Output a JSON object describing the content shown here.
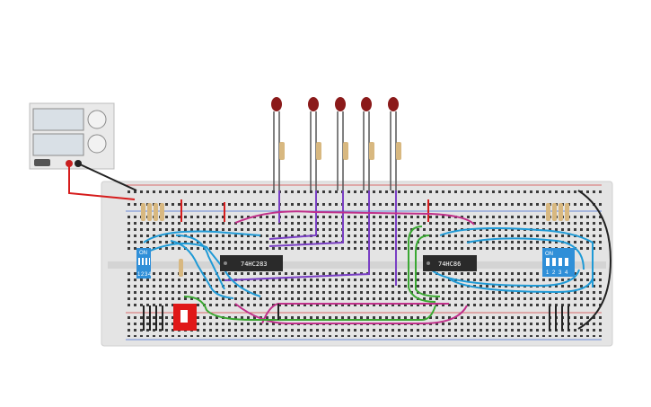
{
  "chips": [
    {
      "id": "u1",
      "label": "74HC283"
    },
    {
      "id": "u2",
      "label": "74HC86"
    }
  ],
  "dip_switches": [
    {
      "id": "left",
      "on_label": "ON",
      "numbers": [
        "1",
        "2",
        "3",
        "4"
      ]
    },
    {
      "id": "right",
      "on_label": "ON",
      "numbers": [
        "1",
        "2",
        "3",
        "4"
      ]
    }
  ],
  "leds": {
    "count": 5,
    "color": "#8b1a1a"
  },
  "colors": {
    "wire_blue": "#1f9ad6",
    "wire_purple": "#7a3fc4",
    "wire_magenta": "#c0308a",
    "wire_green": "#3aa832",
    "wire_red": "#d61c1c",
    "wire_black": "#222222",
    "switch_blue": "#2f8fd8",
    "slide_switch_red": "#e01818",
    "breadboard": "#e4e4e4"
  },
  "components": {
    "power_supply": "dc-power-supply",
    "breadboard": "full-breadboard",
    "slide_switch": "slide-switch"
  }
}
